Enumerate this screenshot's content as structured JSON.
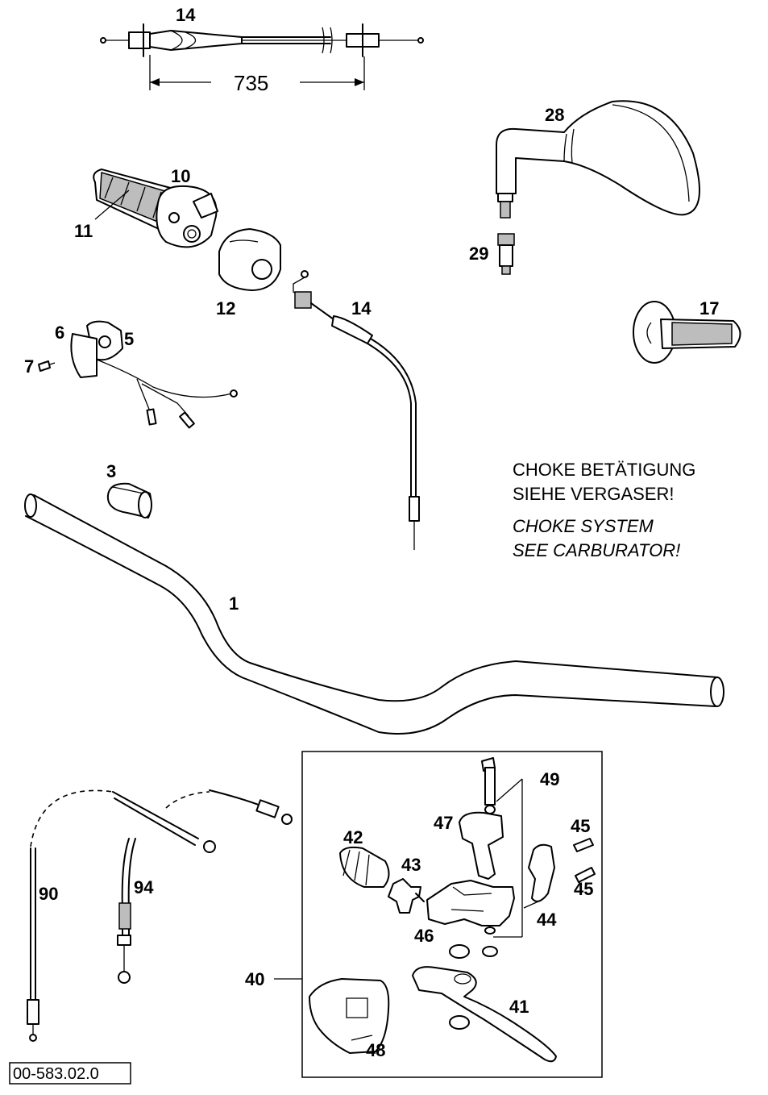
{
  "labels": {
    "p14_top": "14",
    "dim_735": "735",
    "p28": "28",
    "p10": "10",
    "p11": "11",
    "p29": "29",
    "p12": "12",
    "p14_mid": "14",
    "p17": "17",
    "p6": "6",
    "p5": "5",
    "p7": "7",
    "p3": "3",
    "p1": "1",
    "p49": "49",
    "p47": "47",
    "p45_a": "45",
    "p42": "42",
    "p43": "43",
    "p45_b": "45",
    "p90": "90",
    "p94": "94",
    "p44": "44",
    "p46": "46",
    "p40": "40",
    "p41": "41",
    "p48": "48"
  },
  "note": {
    "line1_de": "CHOKE BETÄTIGUNG",
    "line2_de": "SIEHE VERGASER!",
    "line1_en": "CHOKE SYSTEM",
    "line2_en": "SEE CARBURATOR!"
  },
  "drawing_code": "00-583.02.0",
  "icons": {
    "handlebar": "handlebar-icon",
    "throttle_grip": "throttle-grip-icon",
    "mirror": "mirror-icon",
    "clutch_lever": "clutch-lever-assembly-icon"
  }
}
